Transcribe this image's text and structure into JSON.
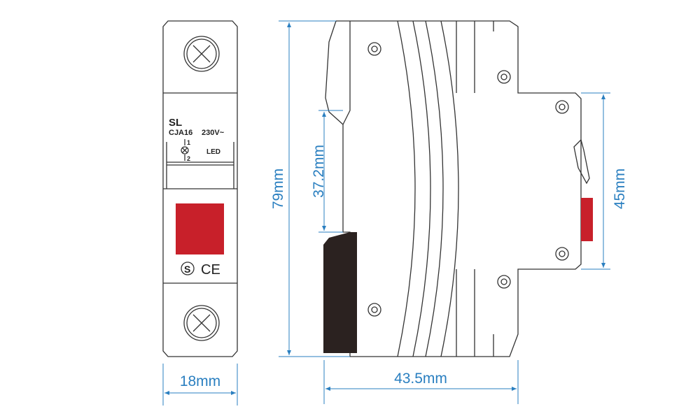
{
  "front_view": {
    "brand": "SL",
    "model": "CJA16",
    "voltage": "230V~",
    "terminal_1": "1",
    "terminal_2": "2",
    "indicator_label": "LED",
    "indicator_color": "#c8202a",
    "cert_marks": [
      "S",
      "CE"
    ]
  },
  "dimensions": {
    "width": "18mm",
    "height": "79mm",
    "depth": "43.5mm",
    "rail_offset": "37.2mm",
    "front_height": "45mm"
  },
  "colors": {
    "dimension": "#2a7fc0",
    "switch": "#c8202a",
    "clip": "#2b2220"
  }
}
